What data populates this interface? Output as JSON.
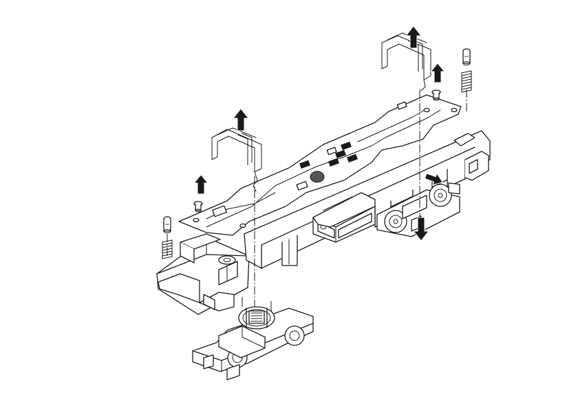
{
  "diagram": {
    "type": "exploded-assembly-drawing",
    "components": [
      "chassis-frame",
      "top-contact-plate",
      "motor",
      "front-bogie",
      "rear-bogie",
      "pickup-spring-clip-left",
      "pickup-spring-clip-right",
      "screw-left",
      "screw-right",
      "coil-spring-left",
      "coil-spring-right",
      "plunger-left",
      "plunger-right"
    ],
    "arrows": [
      {
        "role": "lift-clip-left",
        "direction": "up"
      },
      {
        "role": "lift-clip-right",
        "direction": "up"
      },
      {
        "role": "remove-screw-left",
        "direction": "up"
      },
      {
        "role": "remove-screw-right",
        "direction": "up"
      },
      {
        "role": "remove-bogie",
        "direction": "down"
      },
      {
        "role": "release-bogie",
        "direction": "right"
      }
    ],
    "colors": {
      "line": "#1a1a1a",
      "background": "#ffffff"
    }
  }
}
